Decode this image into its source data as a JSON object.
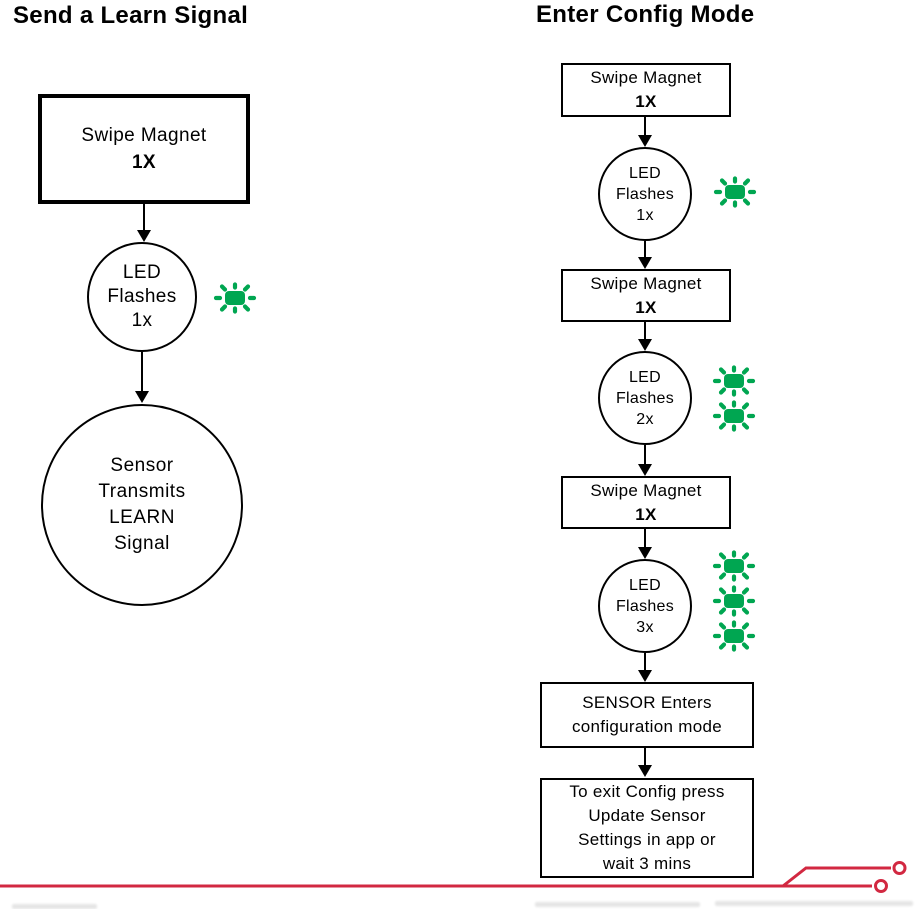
{
  "colors": {
    "led_green": "#00a651",
    "circuit_red": "#d22841",
    "line_black": "#000000"
  },
  "left_flow": {
    "title": "Send a Learn Signal",
    "swipe_box": {
      "line1": "Swipe Magnet",
      "line2": "1X"
    },
    "led_circle": {
      "line1": "LED",
      "line2": "Flashes",
      "line3": "1x",
      "flash_count": 1
    },
    "transmit_circle": {
      "line1": "Sensor",
      "line2": "Transmits",
      "line3": "LEARN",
      "line4": "Signal"
    }
  },
  "right_flow": {
    "title": "Enter Config Mode",
    "swipe_box_1": {
      "line1": "Swipe Magnet",
      "line2": "1X"
    },
    "led_circle_1": {
      "line1": "LED",
      "line2": "Flashes",
      "line3": "1x",
      "flash_count": 1
    },
    "swipe_box_2": {
      "line1": "Swipe Magnet",
      "line2": "1X"
    },
    "led_circle_2": {
      "line1": "LED",
      "line2": "Flashes",
      "line3": "2x",
      "flash_count": 2
    },
    "swipe_box_3": {
      "line1": "Swipe Magnet",
      "line2": "1X"
    },
    "led_circle_3": {
      "line1": "LED",
      "line2": "Flashes",
      "line3": "3x",
      "flash_count": 3
    },
    "config_box": {
      "line1": "SENSOR Enters",
      "line2": "configuration mode"
    },
    "exit_box": {
      "line1": "To exit Config press",
      "line2": "Update Sensor",
      "line3": "Settings in app or",
      "line4": "wait 3 mins"
    }
  }
}
